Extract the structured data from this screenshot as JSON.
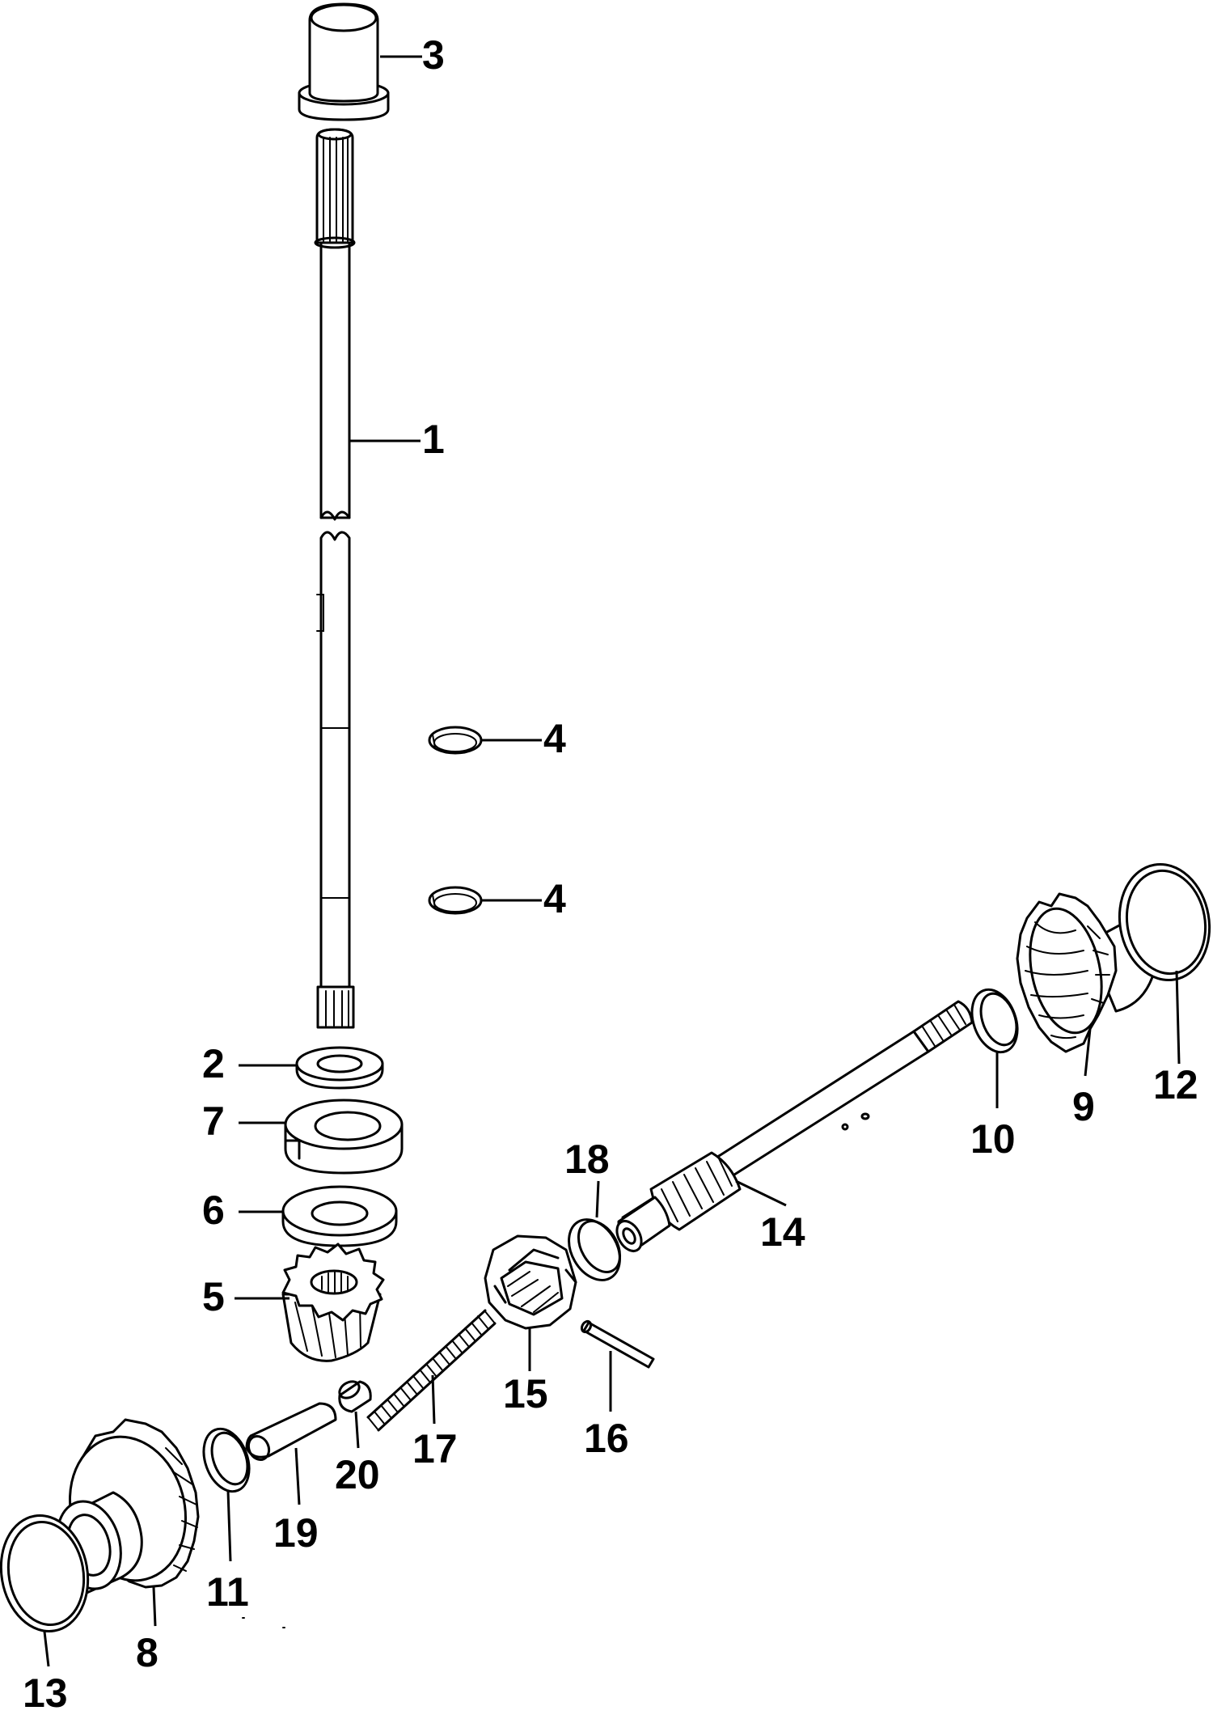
{
  "callouts": {
    "c1": "1",
    "c2": "2",
    "c3": "3",
    "c4a": "4",
    "c4b": "4",
    "c5": "5",
    "c6": "6",
    "c7": "7",
    "c8": "8",
    "c9": "9",
    "c10": "10",
    "c11": "11",
    "c12": "12",
    "c13": "13",
    "c14": "14",
    "c15": "15",
    "c16": "16",
    "c17": "17",
    "c18": "18",
    "c19": "19",
    "c20": "20"
  }
}
